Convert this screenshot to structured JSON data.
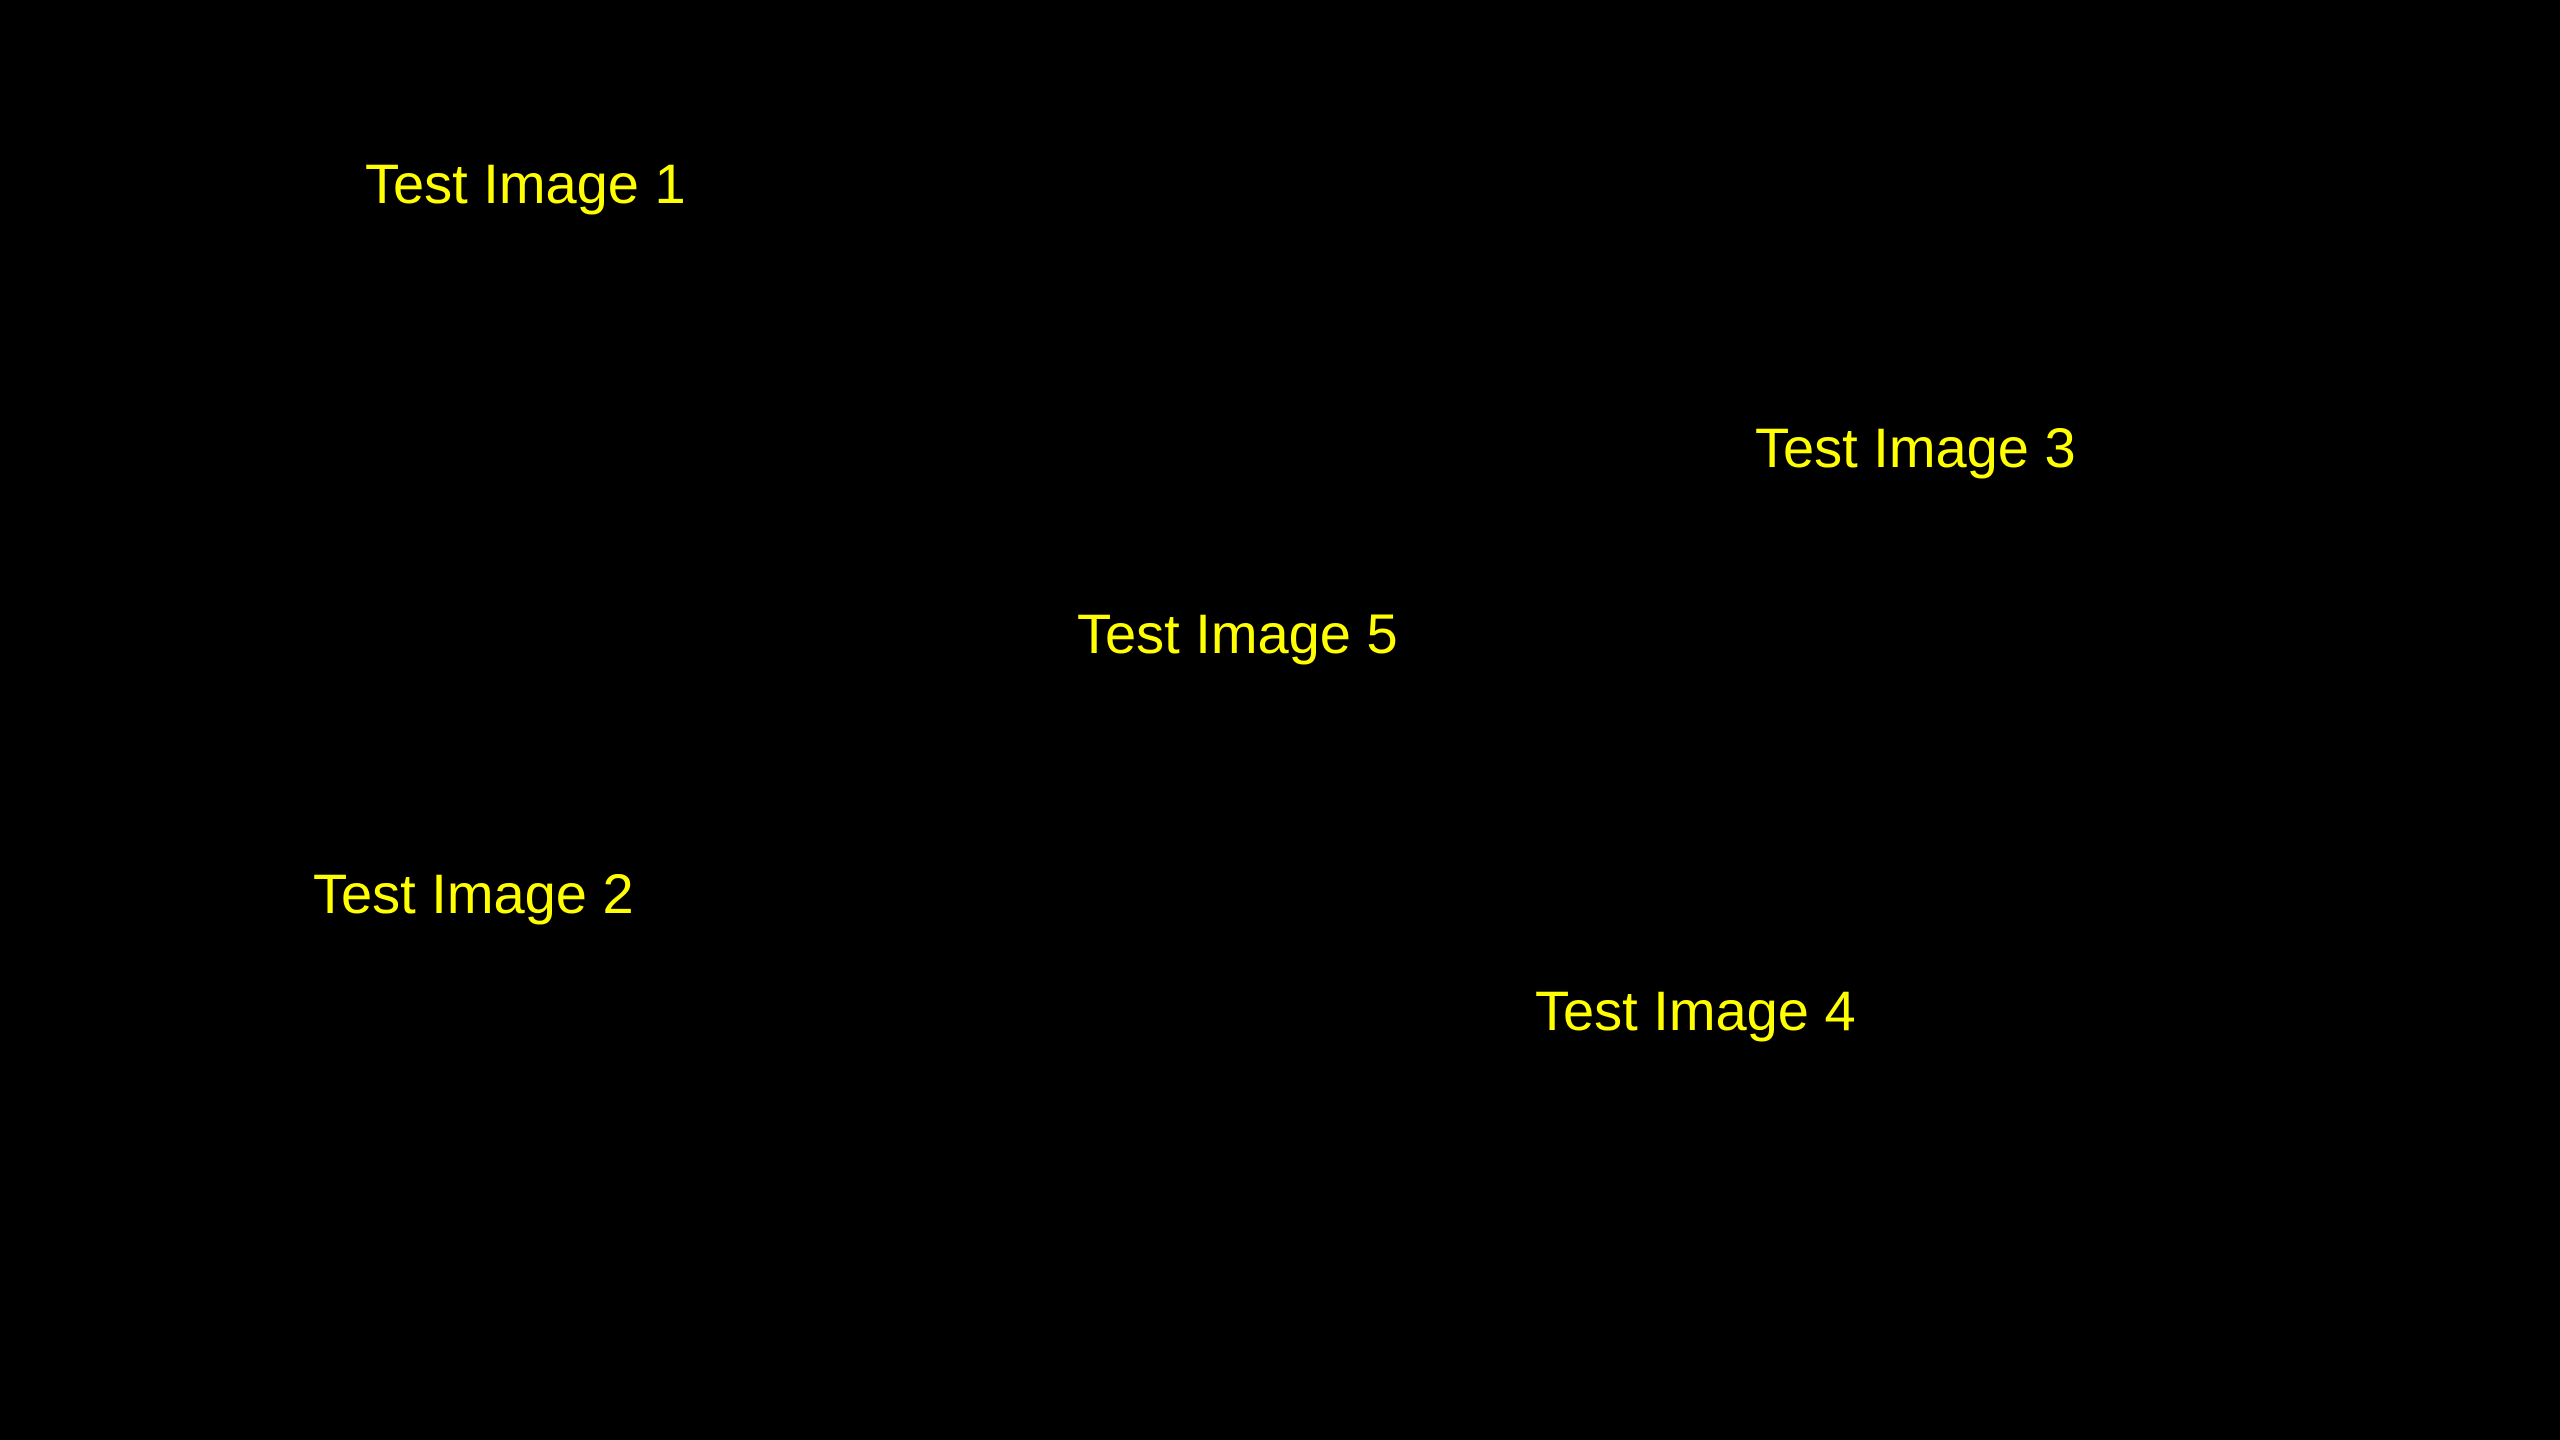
{
  "colors": {
    "background": "#000000",
    "text": "#FFFF00"
  },
  "labels": {
    "image1": "Test Image 1",
    "image2": "Test Image 2",
    "image3": "Test Image 3",
    "image4": "Test Image 4",
    "image5": "Test Image 5"
  }
}
